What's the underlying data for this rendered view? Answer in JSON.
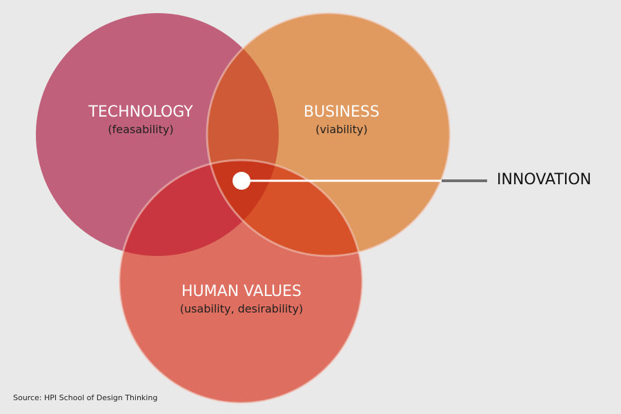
{
  "diagram": {
    "sets": [
      {
        "key": "technology",
        "title": "TECHNOLOGY",
        "subtitle": "(feasability)",
        "color": "#c0607a"
      },
      {
        "key": "business",
        "title": "BUSINESS",
        "subtitle": "(viability)",
        "color": "#e0995e"
      },
      {
        "key": "human_values",
        "title": "HUMAN VALUES",
        "subtitle": "(usability, desirability)",
        "color": "#de6e5f"
      }
    ],
    "overlap_colors": {
      "technology_business": "#ce5a37",
      "technology_human": "#c93640",
      "business_human": "#d75229",
      "all_three": "#c8361c"
    },
    "callout": {
      "label": "INNOVATION",
      "line_color": "#707070"
    },
    "source": "Source: HPI School of Design Thinking",
    "background": "#e9e9e9"
  }
}
